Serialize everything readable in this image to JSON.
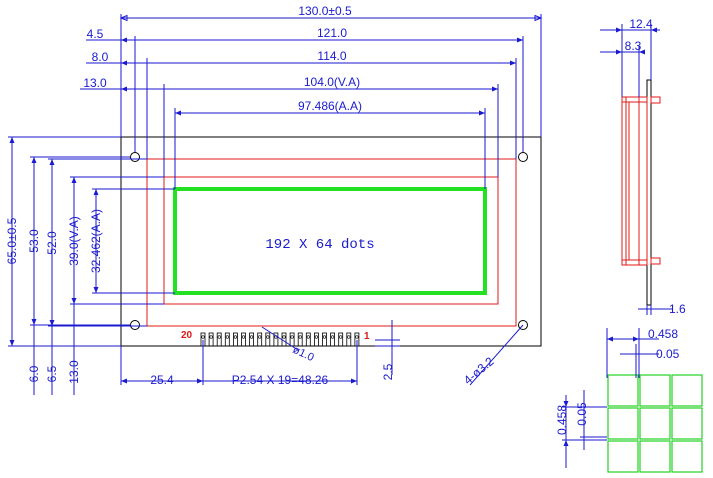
{
  "labels": {
    "dim_overall_width": "130.0±0.5",
    "dim_hole_offset": "4.5",
    "dim_hole_pitch": "121.0",
    "dim_bezel_offset": "8.0",
    "dim_bezel_width": "114.0",
    "dim_va_offset": "13.0",
    "dim_va_width": "104.0(V.A)",
    "dim_aa_width": "97.486(A.A)",
    "dim_overall_height": "65.0±0.5",
    "dim_hole_vpitch": "53.0",
    "dim_bezel_height": "52.0",
    "dim_va_height": "39.0(V.A)",
    "dim_aa_height": "32.462(A.A)",
    "dim_bottom_6": "6.0",
    "dim_bottom_6_5": "6.5",
    "dim_bottom_13": "13.0",
    "display_text": "192 X 64 dots",
    "pin_first": "20",
    "pin_last": "1",
    "pin_dia": "ø1.0",
    "pin_offset": "25.4",
    "pin_pitch": "P2.54 X 19=48.26",
    "pin_height": "2.5",
    "mount_hole": "4-ø3.2",
    "side_total": "12.4",
    "side_module": "8.3",
    "side_pcb": "1.6",
    "dot_pitch_h": "0.458",
    "dot_gap_h": "0.05",
    "dot_pitch_v": "0.458",
    "dot_gap_v": "0.05"
  }
}
